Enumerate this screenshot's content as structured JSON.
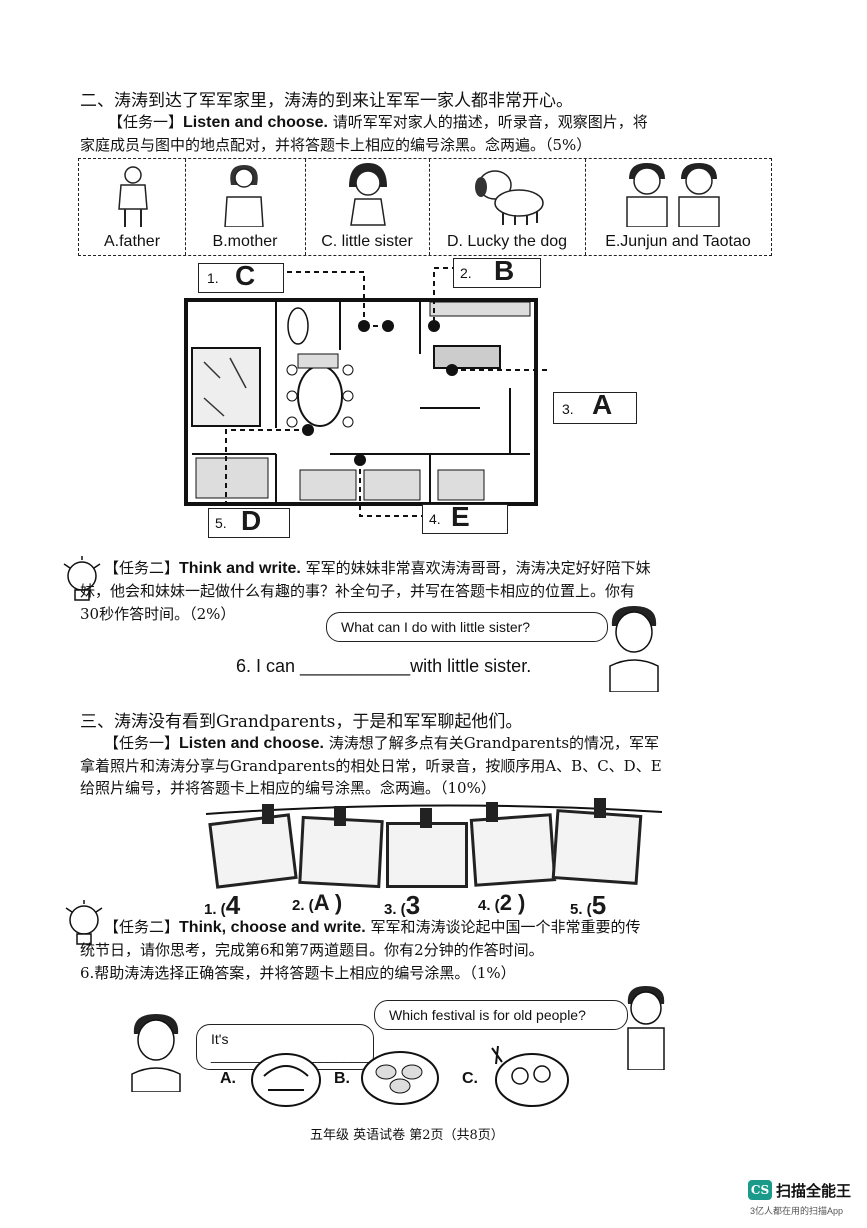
{
  "section2": {
    "heading": "二、涛涛到达了军军家里，涛涛的到来让军军一家人都非常开心。",
    "task1": {
      "bracket": "【任务一】",
      "title": "Listen and choose.",
      "line1": "请听军军对家人的描述，听录音，观察图片，将",
      "line2": "家庭成员与图中的地点配对，并将答题卡上相应的编号涂黑。念两遍。（5%）"
    },
    "family": [
      {
        "caption": "A.father"
      },
      {
        "caption": "B.mother"
      },
      {
        "caption": "C. little sister"
      },
      {
        "caption": "D. Lucky the dog"
      },
      {
        "caption": "E.Junjun and Taotao"
      }
    ],
    "plan_labels": [
      {
        "num": "1.",
        "answer": "C"
      },
      {
        "num": "2.",
        "answer": "B"
      },
      {
        "num": "3.",
        "answer": "A"
      },
      {
        "num": "4.",
        "answer": "E"
      },
      {
        "num": "5.",
        "answer": "D"
      }
    ],
    "task2": {
      "bracket": "【任务二】",
      "title": "Think and write.",
      "line1": "军军的妹妹非常喜欢涛涛哥哥，涛涛决定好好陪下妹",
      "line2": "妹，他会和妹妹一起做什么有趣的事？补全句子，并写在答题卡相应的位置上。你有",
      "line3": "30秒作答时间。（2%）",
      "bubble": "What can I do with little sister?",
      "sentence": "6.  I can ___________with little sister."
    }
  },
  "section3": {
    "heading": "三、涛涛没有看到Grandparents，于是和军军聊起他们。",
    "task1": {
      "bracket": "【任务一】",
      "title": "Listen and choose.",
      "line1": "涛涛想了解多点有关Grandparents的情况，军军",
      "line2": "拿着照片和涛涛分享与Grandparents的相处日常，听录音，按顺序用A、B、C、D、E",
      "line3": "给照片编号，并将答题卡上相应的编号涂黑。念两遍。（10%）"
    },
    "photos": [
      {
        "label": "1. (",
        "answer": "4"
      },
      {
        "label": "2. (",
        "answer": "A )"
      },
      {
        "label": "3. (",
        "answer": "3"
      },
      {
        "label": "4. (",
        "answer": "2 )"
      },
      {
        "label": "5. (",
        "answer": "5"
      }
    ],
    "task2": {
      "bracket": "【任务二】",
      "title": "Think, choose and write.",
      "line1": "军军和涛涛谈论起中国一个非常重要的传",
      "line2": "统节日，请你思考，完成第6和第7两道题目。你有2分钟的作答时间。",
      "q6": "6.帮助涛涛选择正确答案，并将答题卡上相应的编号涂黑。（1%）",
      "bubble_q": "Which festival is for old people?",
      "bubble_a": "It's _______________________.",
      "options": [
        "A.",
        "B.",
        "C."
      ]
    }
  },
  "footer": "五年级  英语试卷  第2页（共8页）",
  "watermark": {
    "badge": "CS",
    "name": "扫描全能王",
    "tagline": "3亿人都在用的扫描App"
  }
}
